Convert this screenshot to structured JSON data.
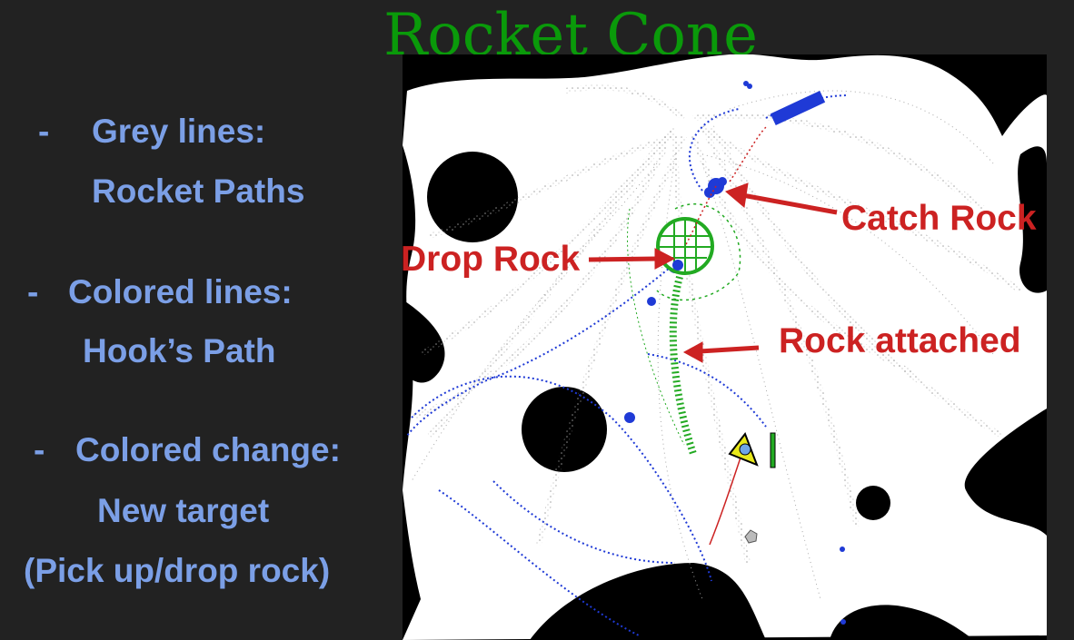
{
  "slide": {
    "title": "Rocket Cone",
    "bullets": [
      {
        "dash": "-",
        "line1": "Grey lines:",
        "line2": "Rocket Paths"
      },
      {
        "dash": "-",
        "line1": "Colored lines:",
        "line2": "Hook’s Path"
      },
      {
        "dash": "-",
        "line1": "Colored change:",
        "line2": "New target",
        "line3": "(Pick up/drop rock)"
      }
    ]
  },
  "figure": {
    "annotations": {
      "catch_rock": "Catch Rock",
      "drop_rock": "Drop Rock",
      "rock_attached": "Rock attached"
    },
    "colors": {
      "rocket_paths": "#8c8c8c",
      "hook_path_blue": "#1f3ad6",
      "hook_path_green": "#22aa22",
      "hook_path_red": "#cc2222",
      "annotation": "#cc2222",
      "free_space": "#ffffff",
      "obstacle": "#000000"
    }
  }
}
